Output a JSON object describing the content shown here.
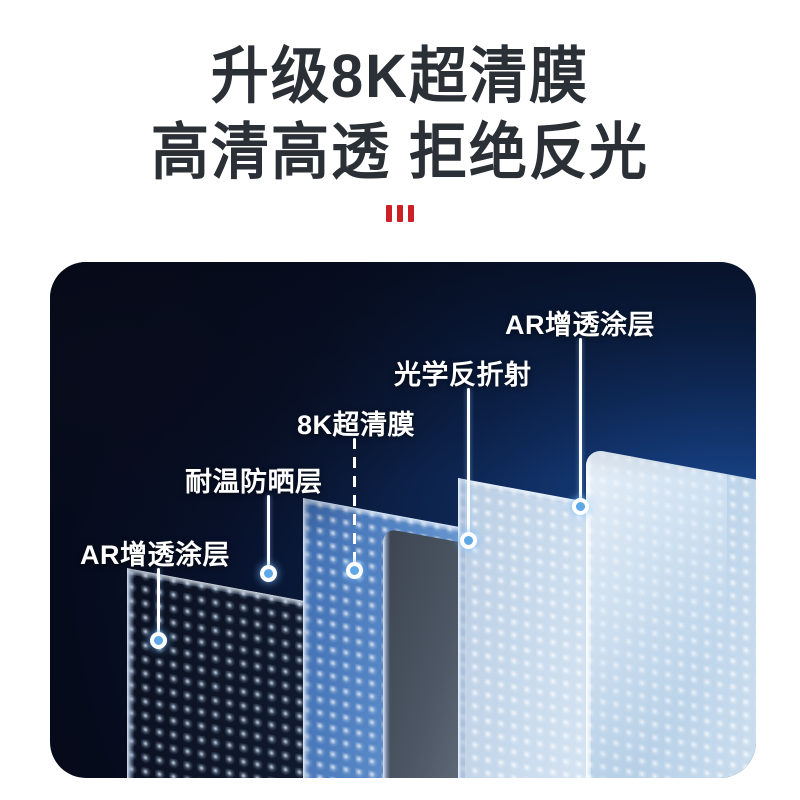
{
  "headline": {
    "line1": "升级8K超清膜",
    "line2": "高清高透 拒绝反光"
  },
  "divider": {
    "bars": 3,
    "color": "#cc2026"
  },
  "diagram": {
    "background_color": "#060b1c",
    "accent_color": "#5fa8e8",
    "callouts": [
      {
        "id": "ar-coating-left",
        "label": "AR增透涂层",
        "leader": "solid"
      },
      {
        "id": "heat-sun-layer",
        "label": "耐温防晒层",
        "leader": "solid"
      },
      {
        "id": "film-8k",
        "label": "8K超清膜",
        "leader": "dashed"
      },
      {
        "id": "optical-refract",
        "label": "光学反折射",
        "leader": "solid"
      },
      {
        "id": "ar-coating-right",
        "label": "AR增透涂层",
        "leader": "solid"
      }
    ]
  }
}
